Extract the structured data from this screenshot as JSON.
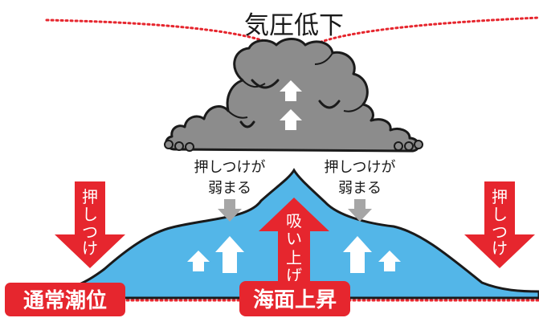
{
  "top_label": "気圧低下",
  "push_weaken_left": [
    "押しつけが",
    "弱まる"
  ],
  "push_weaken_right": [
    "押しつけが",
    "弱まる"
  ],
  "push_left_chars": [
    "押",
    "し",
    "つ",
    "け"
  ],
  "push_right_chars": [
    "押",
    "し",
    "つ",
    "け"
  ],
  "suck_chars": [
    "吸",
    "い",
    "上",
    "げ"
  ],
  "normal_tide": "通常潮位",
  "sea_rise": "海面上昇",
  "colors": {
    "red": "#e6262e",
    "water": "#53b6e8",
    "cloud": "#8c8c8c",
    "cloud_outline": "#1a1a1a",
    "gray_arrow": "#a6a6a6",
    "dotted": "#e6262e"
  }
}
